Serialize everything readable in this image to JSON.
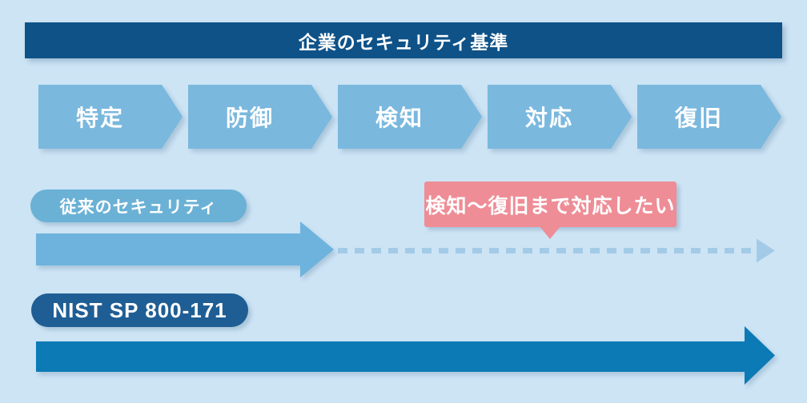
{
  "title": "企業のセキュリティ基準",
  "stages": {
    "items": [
      {
        "label": "特定"
      },
      {
        "label": "防御"
      },
      {
        "label": "検知"
      },
      {
        "label": "対応"
      },
      {
        "label": "復旧"
      }
    ]
  },
  "traditional": {
    "label": "従来のセキュリティ"
  },
  "callout": {
    "label": "検知〜復旧まで対応したい"
  },
  "nist": {
    "label": "NIST SP 800-171"
  },
  "colors": {
    "background": "#cde4f5",
    "title_bar": "#0e5288",
    "stage_chevron": "#7ab8de",
    "traditional_pill": "#6ab1d5",
    "traditional_arrow": "#6db3dd",
    "dashed_arrow": "#a3cbe8",
    "callout": "#ee8d96",
    "nist_pill": "#1f5e94",
    "nist_arrow": "#0c7ab5",
    "text": "#ffffff"
  }
}
